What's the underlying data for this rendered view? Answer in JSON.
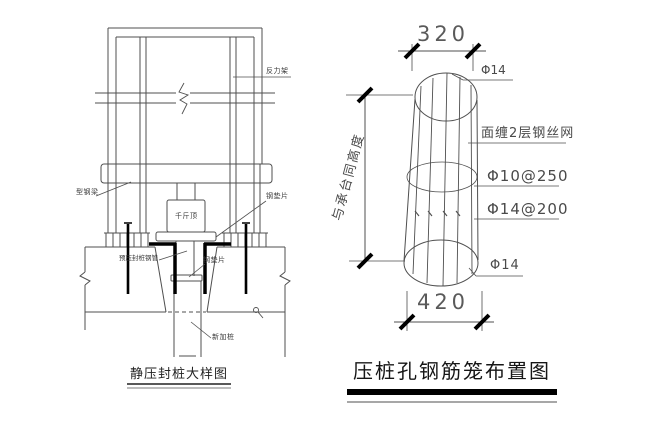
{
  "left_figure": {
    "title": "静压封桩大样图",
    "labels": {
      "reaction_frame": "反力架",
      "steel_beam": "型钢梁",
      "jack": "千斤顶",
      "shim_top": "钢垫片",
      "seal_pipe": "预压封桩钢管",
      "shim_bottom": "钢垫片",
      "new_pile": "新加桩"
    }
  },
  "right_figure": {
    "title": "压桩孔钢筋笼布置图",
    "dimensions": {
      "top_width": "320",
      "bottom_width": "420",
      "height_note": "与承台同高度"
    },
    "labels": {
      "top_bar": "Φ14",
      "mesh": "面缠2层钢丝网",
      "stirrup_upper": "Φ10@250",
      "stirrup_lower": "Φ14@200",
      "bottom_bar": "Φ14"
    }
  },
  "colors": {
    "background": "#ffffff",
    "line": "#4f4f4f",
    "thick": "#000000",
    "text": "#3a3a3a"
  }
}
